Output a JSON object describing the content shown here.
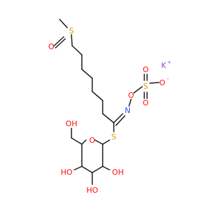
{
  "molecule": {
    "colors": {
      "carbon_bond": "#1a1a1a",
      "oxygen": "#ff0d0d",
      "sulfur": "#c8a000",
      "nitrogen": "#3050f8",
      "potassium": "#8f40d4"
    },
    "atoms": {
      "s_sulfinyl": "S",
      "o_sulfinyl": "O",
      "k": "K",
      "k_charge": "+",
      "o_ester": "O",
      "s_sulfonate": "S",
      "o_sulf_top": "O",
      "o_sulf_bottom": "O",
      "o_minus": "O",
      "o_minus_charge": "-",
      "n": "N",
      "s_thio": "S",
      "o_ring": "O",
      "oh_ch2": "OH",
      "ho_c4": "HO",
      "ho_c3": "HO",
      "oh_c2": "OH"
    }
  }
}
